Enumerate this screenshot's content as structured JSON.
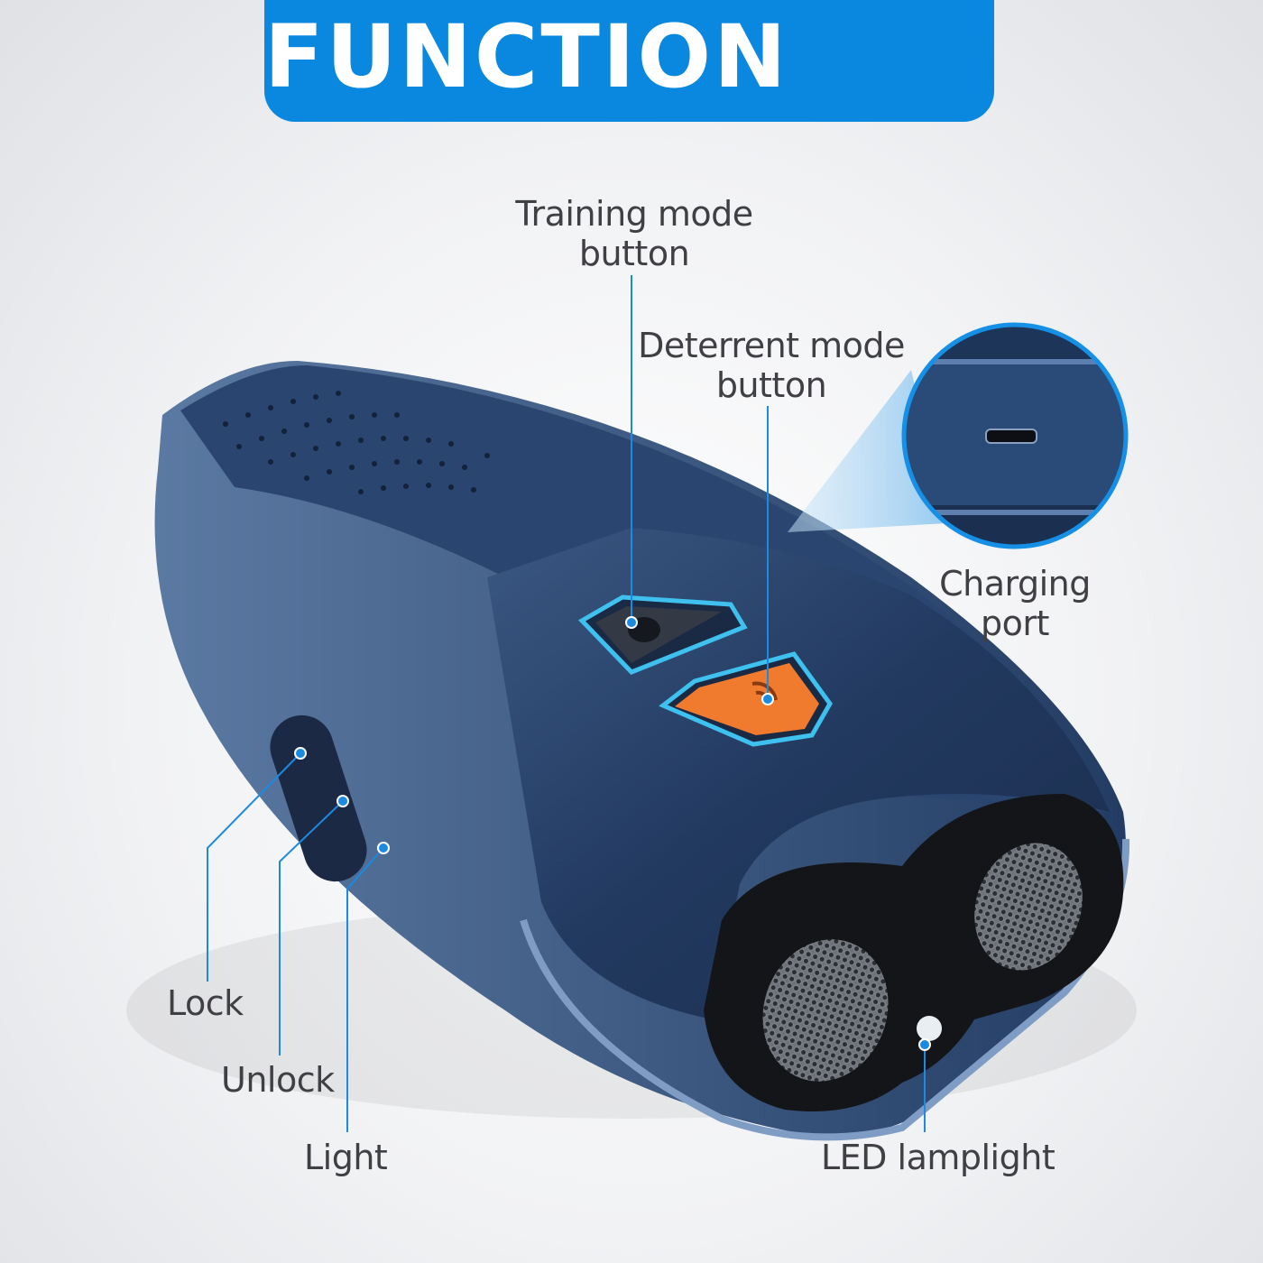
{
  "header": {
    "title": "KEY FUNCTION"
  },
  "labels": {
    "training_1": "Training mode",
    "training_2": "button",
    "deterrent_1": "Deterrent mode",
    "deterrent_2": "button",
    "charging_1": "Charging",
    "charging_2": "port",
    "lock": "Lock",
    "unlock": "Unlock",
    "light": "Light",
    "led": "LED lamplight"
  },
  "colors": {
    "accent": "#0a88e0",
    "device": "#27426c",
    "deterrent_button": "#f07a2e"
  }
}
